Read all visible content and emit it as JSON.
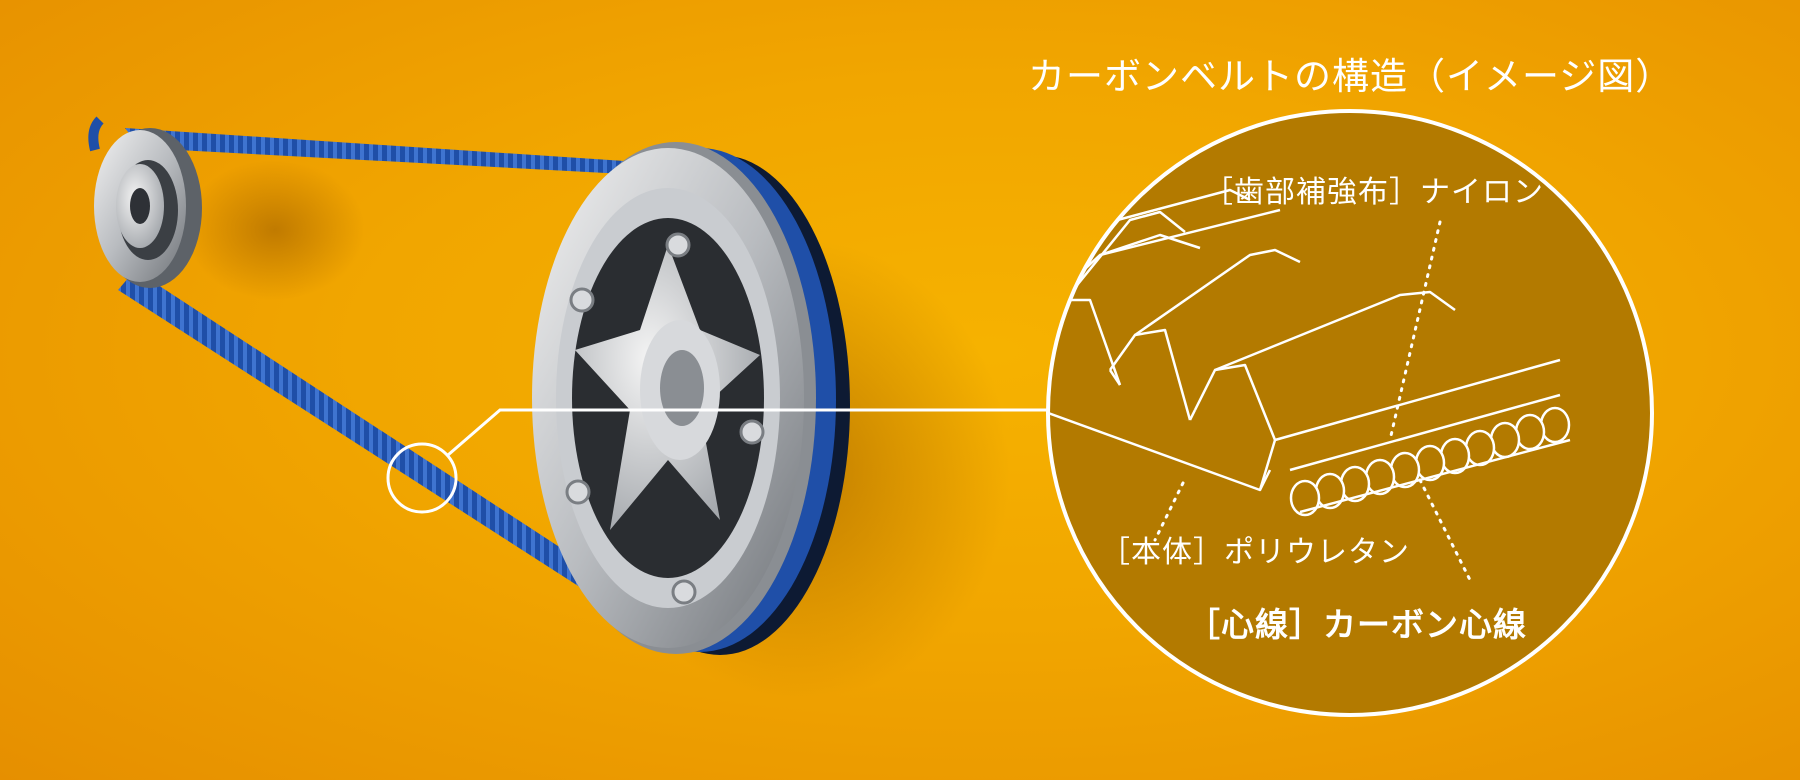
{
  "diagram": {
    "title": "カーボンベルトの構造（イメージ図）",
    "labels": {
      "teeth_fabric": "［歯部補強布］ナイロン",
      "body": "［本体］ポリウレタン",
      "core_cord": "［心線］カーボン心線"
    }
  },
  "colors": {
    "background": "#f2a800",
    "belt": "#1f4fa8",
    "magnifier_fill": "#b37a00",
    "line": "#ffffff"
  }
}
